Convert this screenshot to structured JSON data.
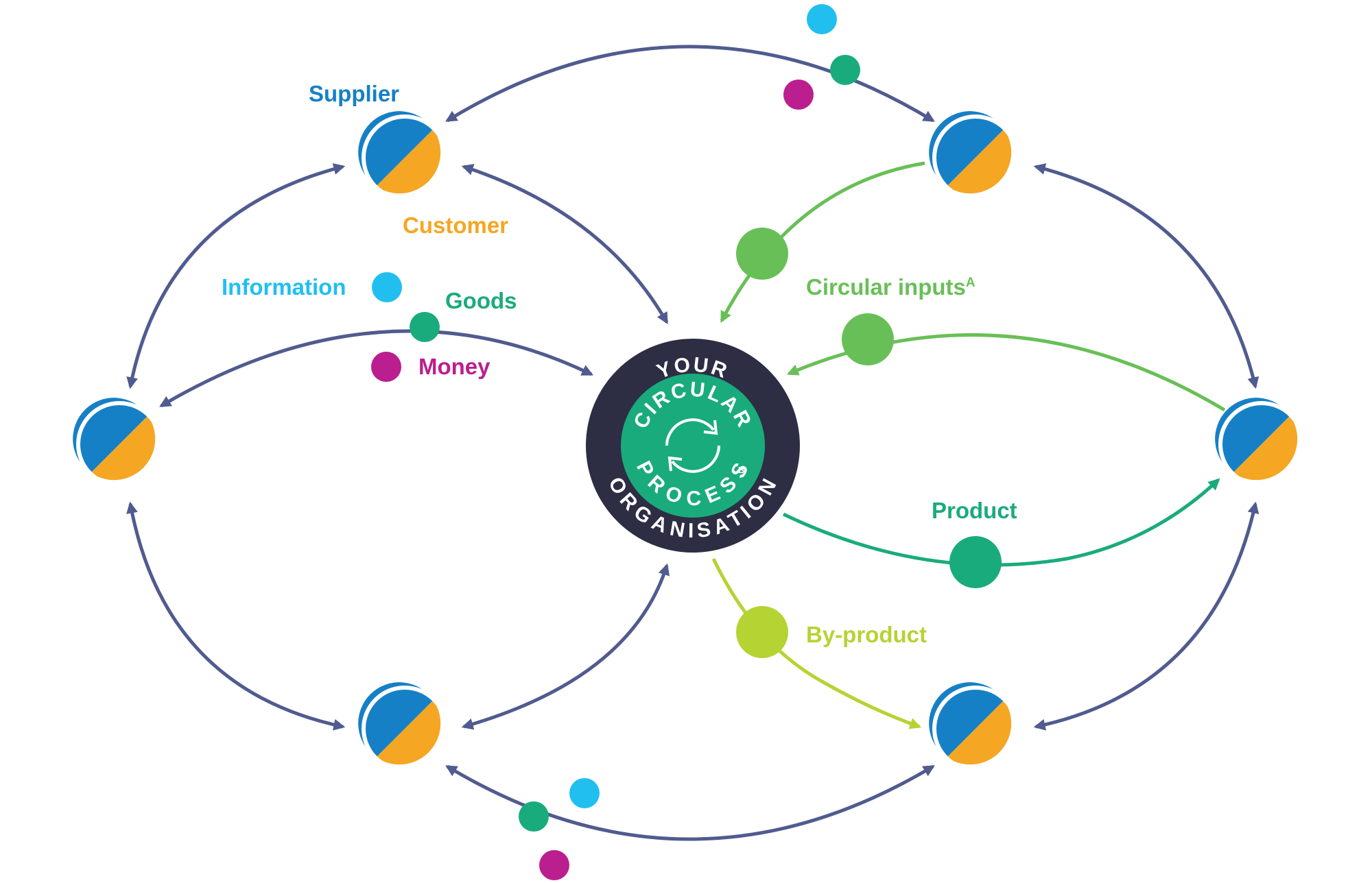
{
  "colors": {
    "navy_arrow": "#505b8f",
    "supplier_blue": "#1680c6",
    "customer_orange": "#f5a623",
    "information_cyan": "#21bff0",
    "goods_green": "#1aab7c",
    "money_magenta": "#bb1e8e",
    "circular_inputs_green": "#69bf57",
    "by_product_lime": "#b6d334",
    "hub_dark": "#2d2e43",
    "hub_green": "#1aab7c"
  },
  "legend": {
    "supplier": "Supplier",
    "customer": "Customer",
    "information": "Information",
    "goods": "Goods",
    "money": "Money"
  },
  "flows": {
    "circular_inputs": "Circular inputs",
    "circular_inputs_note": "A",
    "product": "Product",
    "by_product": "By-product"
  },
  "hub": {
    "top": "YOUR",
    "middle": "CIRCULAR",
    "lower": "PROCESS",
    "lower_note": "B",
    "bottom": "ORGANISATION",
    "cycle_icon": "recycle-arrows-icon"
  }
}
